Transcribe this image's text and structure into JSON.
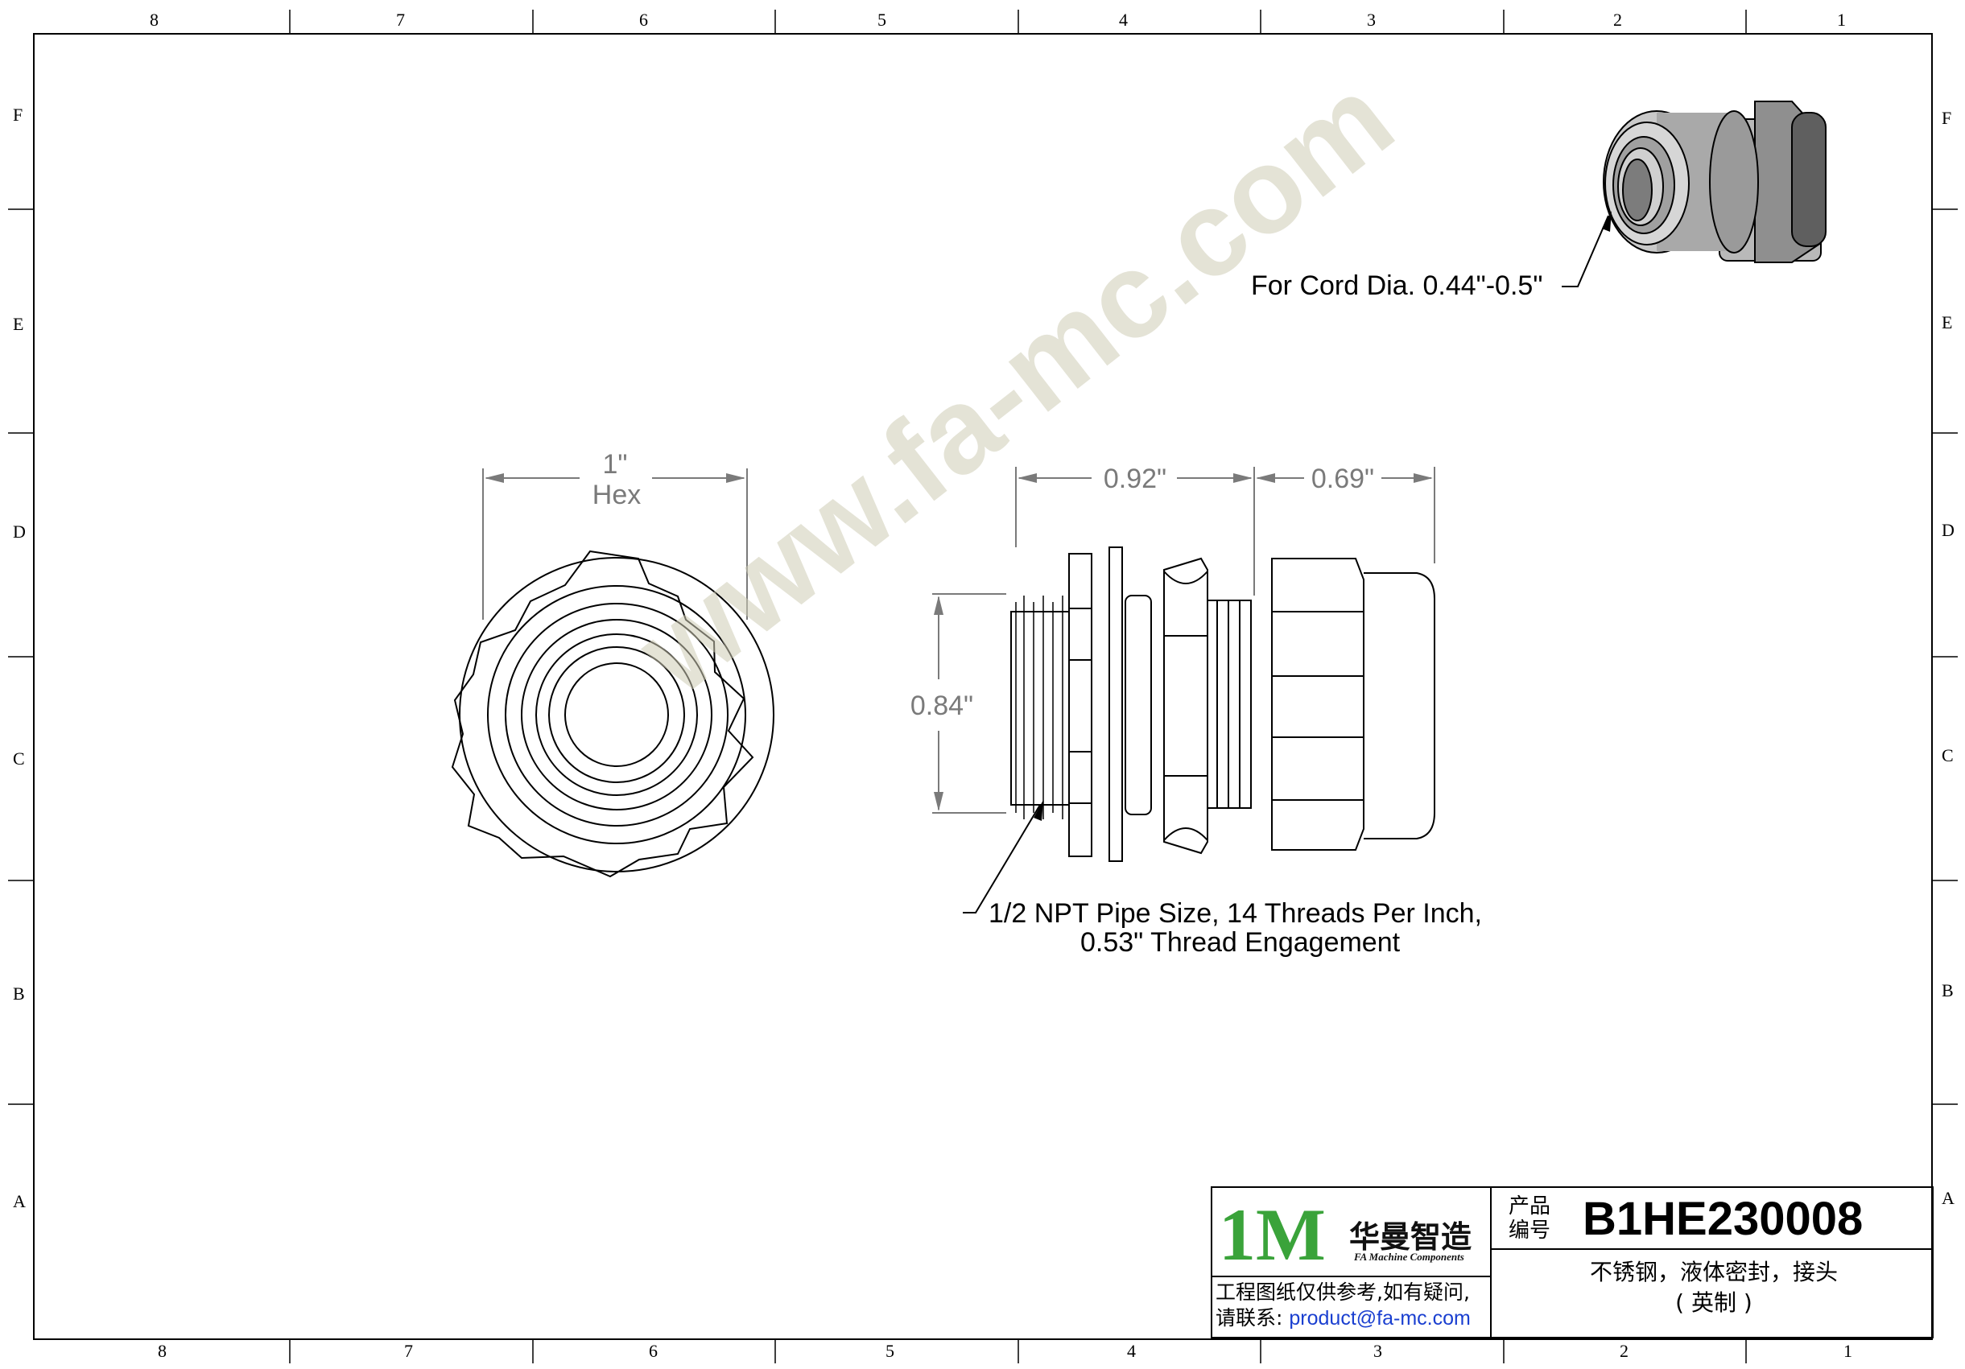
{
  "frame": {
    "columns_top": [
      "8",
      "7",
      "6",
      "5",
      "4",
      "3",
      "2",
      "1"
    ],
    "columns_bottom": [
      "8",
      "7",
      "6",
      "5",
      "4",
      "3",
      "2",
      "1"
    ],
    "rows_left": [
      "F",
      "E",
      "D",
      "C",
      "B",
      "A"
    ],
    "rows_right": [
      "F",
      "E",
      "D",
      "C",
      "B",
      "A"
    ]
  },
  "watermark": "www.fa-mc.com",
  "front_view": {
    "hex_dim_value": "1\"",
    "hex_dim_label": "Hex"
  },
  "side_view": {
    "dim_length_a": "0.92\"",
    "dim_length_b": "0.69\"",
    "dim_height": "0.84\""
  },
  "callouts": {
    "cord": "For Cord Dia. 0.44\"-0.5\"",
    "thread_line1": "1/2 NPT Pipe Size, 14 Threads Per Inch,",
    "thread_line2": "0.53\" Thread Engagement"
  },
  "title_block": {
    "logo_mark": "1M",
    "logo_cn": "华曼智造",
    "logo_en": "FA Machine Components",
    "product_label_l1": "产品",
    "product_label_l2": "编号",
    "product_code": "B1HE230008",
    "description_l1": "不锈钢，液体密封，接头",
    "description_l2": "( 英制 )",
    "disclaimer_l1": "工程图纸仅供参考,如有疑问,",
    "disclaimer_l2_prefix": "请联系:",
    "contact_email": "product@fa-mc.com",
    "logo_blue": "#2a3a9c",
    "logo_green": "#3aa33a",
    "email_blue": "#1a3fd0"
  }
}
